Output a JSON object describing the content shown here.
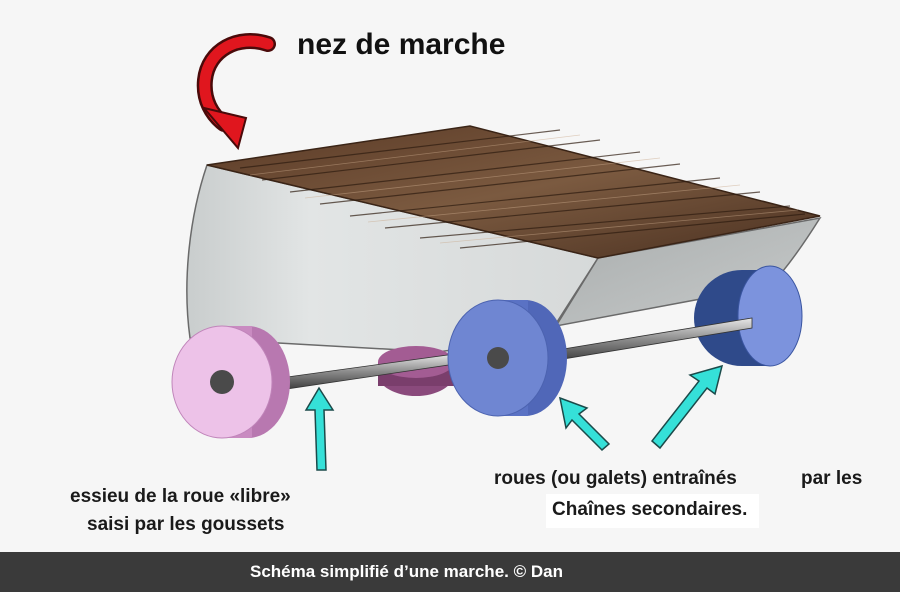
{
  "labels": {
    "nose": "nez de marche",
    "axle_line1": "essieu de la roue «libre»",
    "axle_line2": "saisi par les goussets",
    "wheels_line1a": "roues (ou galets) entraînés",
    "wheels_line1b": "par les",
    "wheels_line2": "Chaînes secondaires."
  },
  "caption": "Schéma simplifié d’une marche. © Dan",
  "colors": {
    "background": "#f6f6f6",
    "side_panel": "#d8dcdc",
    "wood": "#6b4a32",
    "free_wheel": "#e9b9e4",
    "rear_wheel": "#8a4a7c",
    "blue_wheel": "#6a80cc",
    "back_wheel": "#2f4a8a",
    "red_arrow": "#e0161e",
    "cyan_arrow": "#35e0d8",
    "caption_bar": "#3a3a3a"
  },
  "icons": [
    "curved-red-arrow-icon",
    "cyan-pointer-arrow-icon"
  ]
}
